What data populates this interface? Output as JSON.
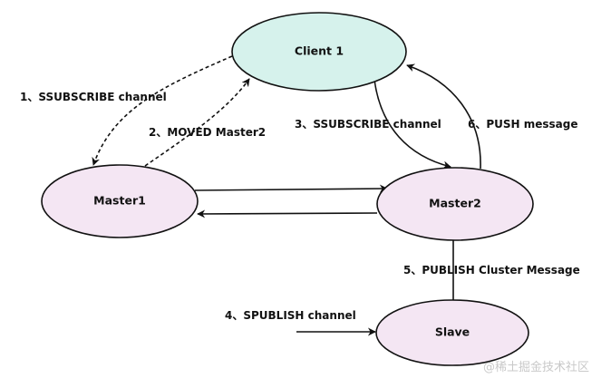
{
  "colors": {
    "client_fill": "#d6f2ec",
    "master_fill": "#f4e6f3",
    "stroke": "#111111",
    "watermark": "#c9c9c9"
  },
  "nodes": {
    "client1": "Client 1",
    "master1": "Master1",
    "master2": "Master2",
    "slave": "Slave"
  },
  "edges": {
    "step1": "1、SSUBSCRIBE channel",
    "step2": "2、MOVED Master2",
    "step3": "3、SSUBSCRIBE channel",
    "step4": "4、SPUBLISH channel",
    "step5": "5、PUBLISH Cluster Message",
    "step6": "6、PUSH message"
  },
  "watermark": {
    "text": "@稀土掘金技术社区",
    "icon": "at-sign-icon"
  }
}
